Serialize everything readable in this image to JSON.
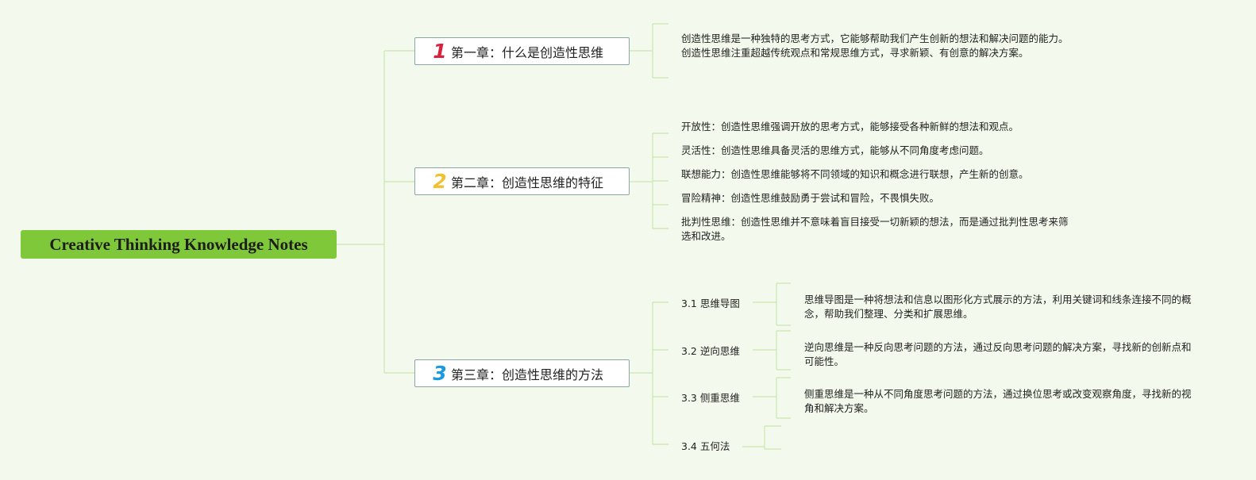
{
  "root": {
    "title": "Creative Thinking Knowledge Notes"
  },
  "colors": {
    "background": "#f3f9ec",
    "root": "#7fc83a",
    "line": "#c9e6b0",
    "chapter1_num": "#d9223f",
    "chapter2_num": "#f2c12e",
    "chapter3_num": "#1a9be0"
  },
  "chapters": [
    {
      "num": "1",
      "title": "第一章：什么是创造性思维",
      "note": "创造性思维是一种独特的思考方式，它能够帮助我们产生创新的想法和解决问题的能力。创造性思维注重超越传统观点和常规思维方式，寻求新颖、有创意的解决方案。"
    },
    {
      "num": "2",
      "title": "第二章：创造性思维的特征",
      "features": [
        "开放性：创造性思维强调开放的思考方式，能够接受各种新鲜的想法和观点。",
        "灵活性：创造性思维具备灵活的思维方式，能够从不同角度考虑问题。",
        "联想能力：创造性思维能够将不同领域的知识和概念进行联想，产生新的创意。",
        "冒险精神：创造性思维鼓励勇于尝试和冒险，不畏惧失败。",
        "批判性思维：创造性思维并不意味着盲目接受一切新颖的想法，而是通过批判性思考来筛选和改进。"
      ]
    },
    {
      "num": "3",
      "title": "第三章：创造性思维的方法",
      "methods": [
        {
          "label": "3.1 思维导图",
          "note": "思维导图是一种将想法和信息以图形化方式展示的方法，利用关键词和线条连接不同的概念，帮助我们整理、分类和扩展思维。"
        },
        {
          "label": "3.2 逆向思维",
          "note": "逆向思维是一种反向思考问题的方法，通过反向思考问题的解决方案，寻找新的创新点和可能性。"
        },
        {
          "label": "3.3 侧重思维",
          "note": "侧重思维是一种从不同角度思考问题的方法，通过换位思考或改变观察角度，寻找新的视角和解决方案。"
        },
        {
          "label": "3.4 五何法",
          "note": ""
        }
      ]
    }
  ]
}
